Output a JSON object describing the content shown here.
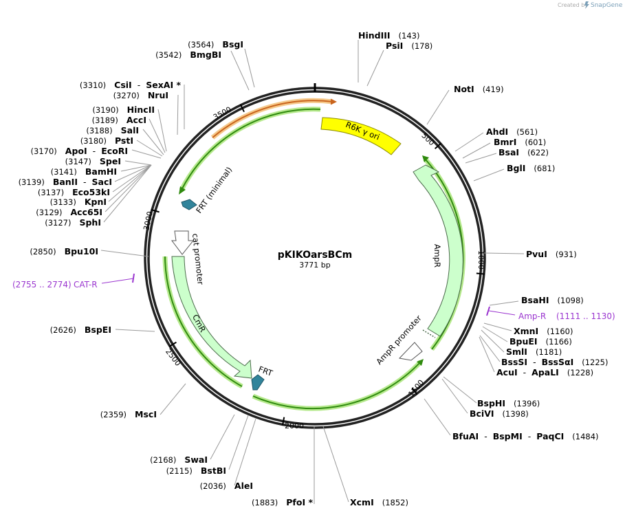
{
  "credit": {
    "prefix": "Created by",
    "brand": "SnapGene"
  },
  "plasmid": {
    "name": "pKIKOarsBCm",
    "length_label": "3771 bp"
  },
  "ticks": [
    "500",
    "1000",
    "1500",
    "2000",
    "2500",
    "3000",
    "3500"
  ],
  "enzymes": [
    {
      "name": "HindIII",
      "pos": "(143)"
    },
    {
      "name": "PsiI",
      "pos": "(178)"
    },
    {
      "name": "NotI",
      "pos": "(419)"
    },
    {
      "name": "AhdI",
      "pos": "(561)"
    },
    {
      "name": "BmrI",
      "pos": "(601)"
    },
    {
      "name": "BsaI",
      "pos": "(622)"
    },
    {
      "name": "BglI",
      "pos": "(681)"
    },
    {
      "name": "PvuI",
      "pos": "(931)"
    },
    {
      "name": "BsaHI",
      "pos": "(1098)"
    },
    {
      "name": "XmnI",
      "pos": "(1160)"
    },
    {
      "name": "BpuEI",
      "pos": "(1166)"
    },
    {
      "name": "SmlI",
      "pos": "(1181)"
    },
    {
      "name": "BssSI",
      "name2": "BssSαI",
      "pos": "(1225)"
    },
    {
      "name": "AcuI",
      "name2": "ApaLI",
      "pos": "(1228)"
    },
    {
      "name": "BspHI",
      "pos": "(1396)"
    },
    {
      "name": "BciVI",
      "pos": "(1398)"
    },
    {
      "name": "BfuAI",
      "name2": "BspMI",
      "name3": "PaqCI",
      "pos": "(1484)"
    },
    {
      "name": "XcmI",
      "pos": "(1852)"
    },
    {
      "name": "PfoI *",
      "pos": "(1883)"
    },
    {
      "name": "AleI",
      "pos": "(2036)"
    },
    {
      "name": "BstBI",
      "pos": "(2115)"
    },
    {
      "name": "SwaI",
      "pos": "(2168)"
    },
    {
      "name": "MscI",
      "pos": "(2359)"
    },
    {
      "name": "BspEI",
      "pos": "(2626)"
    },
    {
      "name": "Bpu10I",
      "pos": "(2850)"
    },
    {
      "name": "SphI",
      "pos": "(3127)"
    },
    {
      "name": "Acc65I",
      "pos": "(3129)"
    },
    {
      "name": "KpnI",
      "pos": "(3133)"
    },
    {
      "name": "Eco53kI",
      "pos": "(3137)"
    },
    {
      "name": "BanII",
      "name2": "SacI",
      "pos": "(3139)"
    },
    {
      "name": "BamHI",
      "pos": "(3141)"
    },
    {
      "name": "SpeI",
      "pos": "(3147)"
    },
    {
      "name": "ApoI",
      "name2": "EcoRI",
      "pos": "(3170)"
    },
    {
      "name": "PstI",
      "pos": "(3180)"
    },
    {
      "name": "SalI",
      "pos": "(3188)"
    },
    {
      "name": "AccI",
      "pos": "(3189)"
    },
    {
      "name": "HincII",
      "pos": "(3190)"
    },
    {
      "name": "NruI",
      "pos": "(3270)"
    },
    {
      "name": "CsiI",
      "name2": "SexAI *",
      "pos": "(3310)"
    },
    {
      "name": "BmgBI",
      "pos": "(3542)"
    },
    {
      "name": "BsgI",
      "pos": "(3564)"
    }
  ],
  "primers": [
    {
      "name": "Amp-R",
      "range": "(1111 .. 1130)"
    },
    {
      "name": "CAT-R",
      "range": "(2755 .. 2774)"
    }
  ],
  "features": {
    "r6k": "R6K γ ori",
    "ampr": "AmpR",
    "ampr_promoter": "AmpR promoter",
    "cmr": "CmR",
    "cat_promoter": "cat promoter",
    "frt": "FRT",
    "frt_minimal": "FRT (minimal)"
  },
  "colors": {
    "backbone": "#222222",
    "r6k_fill": "#ffff00",
    "r6k_stroke": "#8a8a00",
    "marker_fill": "#ccffcc",
    "marker_stroke": "#4b6b4b",
    "frt_fill": "#31849b",
    "orf_green": "#2f8a0e",
    "orf_glow": "#b6e98d",
    "orange": "#c9641d",
    "orange_glow": "#f5c98a",
    "primer": "#9a35cf"
  }
}
